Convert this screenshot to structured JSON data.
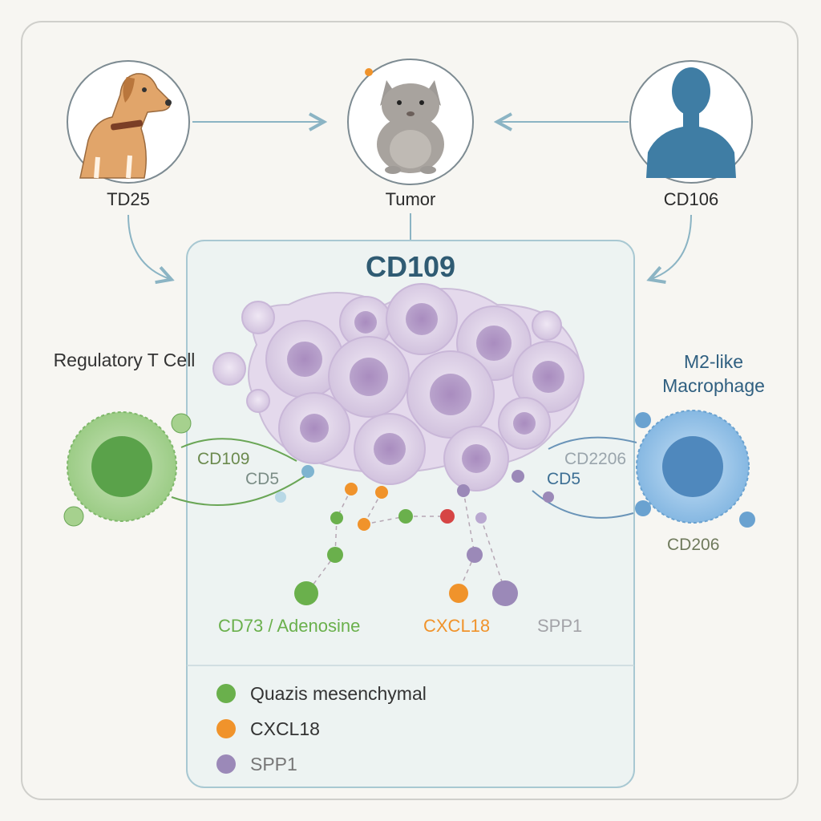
{
  "nodes": {
    "left_label": "TD25",
    "center_label": "Tumor",
    "right_label": "CD106"
  },
  "panel": {
    "title": "CD109"
  },
  "treg": {
    "label": "Regulatory T Cell",
    "marker_1": "CD109",
    "marker_2": "CD5"
  },
  "macrophage": {
    "label": "M2-like Macrophage",
    "marker_1": "CD2206",
    "marker_2": "CD5",
    "marker_3": "CD206"
  },
  "factors": {
    "green": "CD73 / Adenosine",
    "orange": "CXCL18",
    "purple": "SPP1"
  },
  "legend": [
    {
      "label": "Quazis mesenchymal",
      "color": "#6ab04c"
    },
    {
      "label": "CXCL18",
      "color": "#f0932b"
    },
    {
      "label": "SPP1",
      "color": "#9b89b8"
    }
  ],
  "colors": {
    "tumor_cell": "#dccfe6",
    "treg": "#8fc57a",
    "macrophage": "#8fbde6",
    "accent_blue": "#2f5b73"
  },
  "icons": [
    "dog-icon",
    "mouse-icon",
    "human-icon"
  ]
}
